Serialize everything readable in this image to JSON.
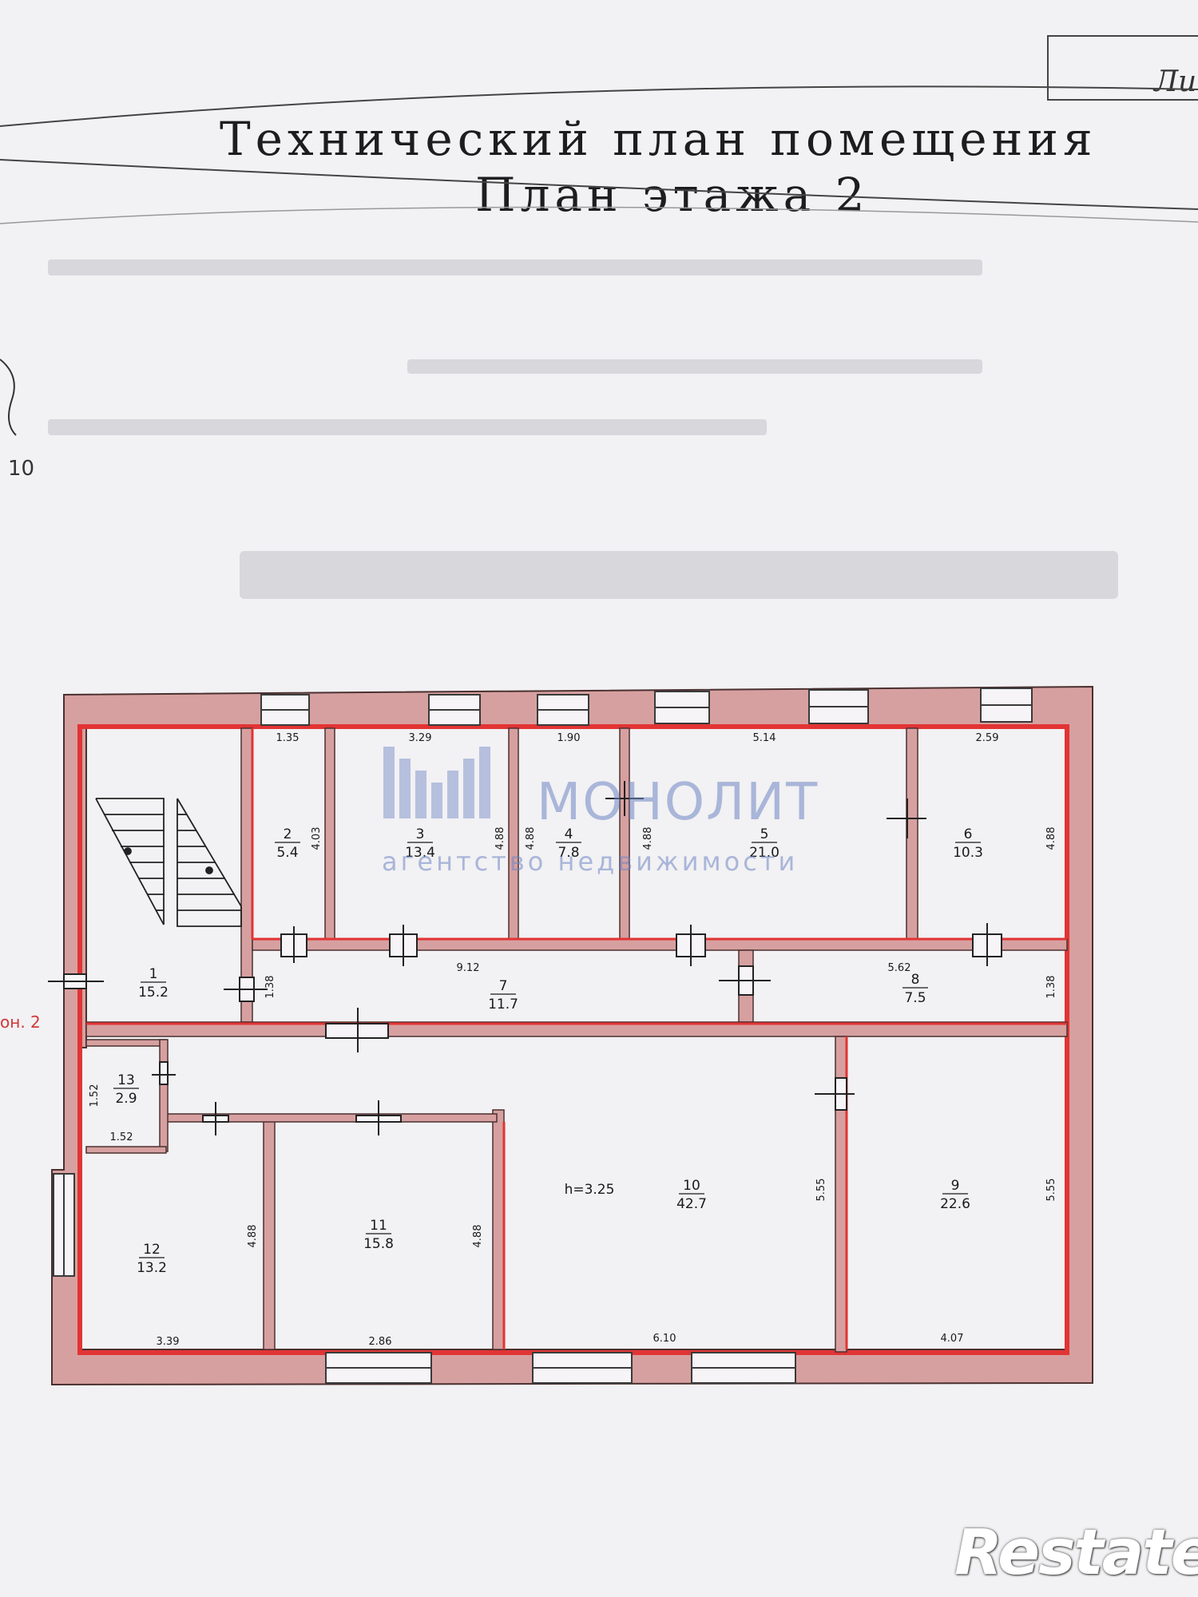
{
  "document": {
    "title_line1": "Технический план помещения",
    "title_line2": "План этажа 2",
    "corner_mark": "Ли",
    "side_label": "он. 2",
    "margin_numeral": "10"
  },
  "watermark": {
    "name": "МОНОЛИТ",
    "subtitle": "агентство недвижимости"
  },
  "footer_logo": "Restate",
  "plan": {
    "ceiling_height_label": "h=3.25",
    "rooms": [
      {
        "number": "1",
        "area": "15.2"
      },
      {
        "number": "2",
        "area": "5.4"
      },
      {
        "number": "3",
        "area": "13.4"
      },
      {
        "number": "4",
        "area": "7.8"
      },
      {
        "number": "5",
        "area": "21.0"
      },
      {
        "number": "6",
        "area": "10.3"
      },
      {
        "number": "7",
        "area": "11.7"
      },
      {
        "number": "8",
        "area": "7.5"
      },
      {
        "number": "9",
        "area": "22.6"
      },
      {
        "number": "10",
        "area": "42.7"
      },
      {
        "number": "11",
        "area": "15.8"
      },
      {
        "number": "12",
        "area": "13.2"
      },
      {
        "number": "13",
        "area": "2.9"
      }
    ],
    "dimensions": [
      "1.35",
      "3.29",
      "1.90",
      "5.14",
      "2.59",
      "4.03",
      "4.88",
      "4.88",
      "4.88",
      "4.88",
      "9.12",
      "5.62",
      "1.38",
      "1.38",
      "1.52",
      "1.52",
      "5.55",
      "5.55",
      "4.88",
      "4.88",
      "3.39",
      "2.86",
      "6.10",
      "4.07"
    ]
  }
}
